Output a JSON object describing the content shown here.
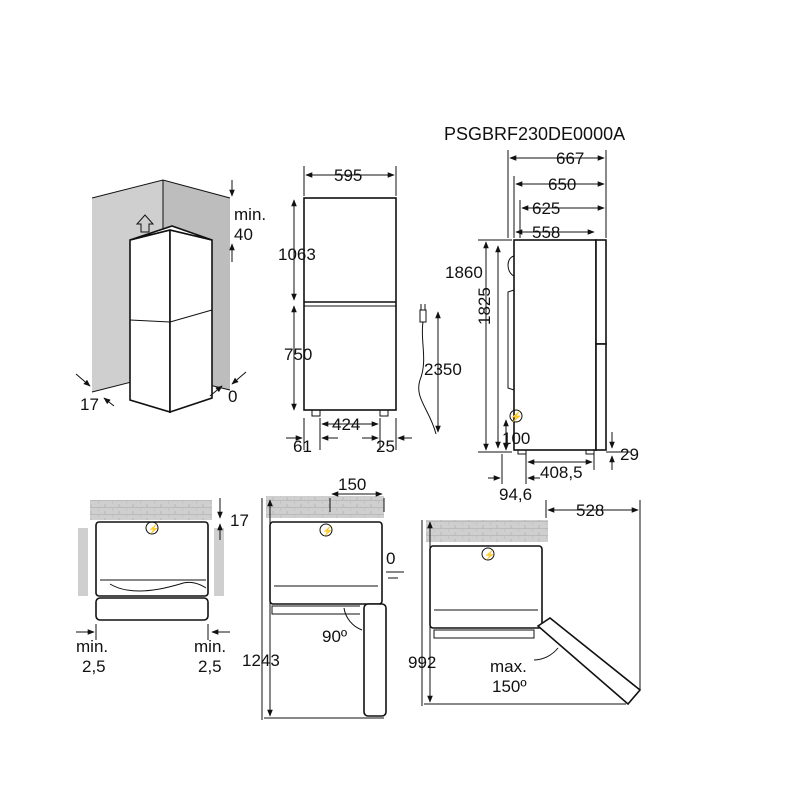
{
  "model_code": "PSGBRF230DE0000A",
  "installation": {
    "top_clearance_label": "min.",
    "top_clearance_value": "40",
    "side_gap_left": "17",
    "side_gap_right": "0"
  },
  "front": {
    "width": "595",
    "freezer_height": "1063",
    "fridge_height": "750",
    "feet_span": "424",
    "left_offset": "61",
    "right_offset": "25",
    "cable_length": "2350"
  },
  "side": {
    "total_depth": "667",
    "depth_650": "650",
    "depth_625": "625",
    "cabinet_depth": "558",
    "height_total": "1860",
    "height_body": "1825",
    "plug_height": "100",
    "foot_offset": "408,5",
    "rear_offset": "94,6",
    "bottom_gap": "29"
  },
  "top_views": {
    "wall_gap": "17",
    "side_min_label": "min.",
    "side_min_value": "2,5",
    "door_clearance": "150",
    "hinge_gap": "0",
    "angle_90": "90º",
    "depth_open_90": "1243",
    "depth_open_150": "992",
    "width_open_150": "528",
    "angle_max_label": "max.",
    "angle_max_value": "150º"
  }
}
